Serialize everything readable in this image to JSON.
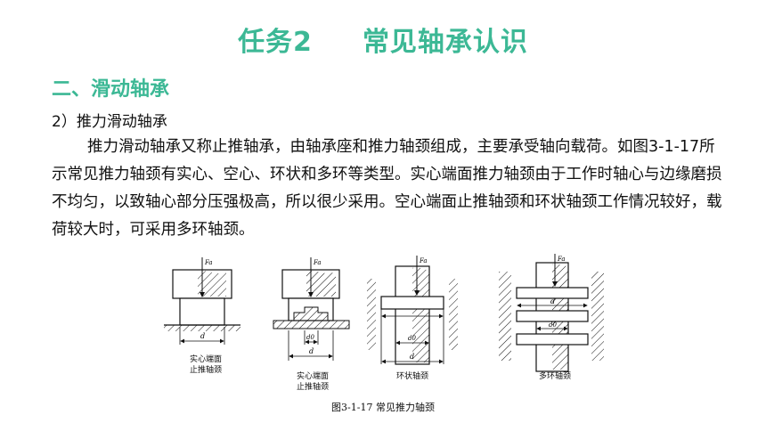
{
  "title": {
    "task": "任务2",
    "name": "常见轴承认识"
  },
  "section": "二、滑动轴承",
  "subhead": "2）推力滑动轴承",
  "paragraph": "推力滑动轴承又称止推轴承，由轴承座和推力轴颈组成，主要承受轴向载荷。如图3-1-17所示常见推力轴颈有实心、空心、环状和多环等类型。实心端面推力轴颈由于工作时轴心与边缘磨损不均匀，以致轴心部分压强极高，所以很少采用。空心端面止推轴颈和环状轴颈工作情况较好，载荷较大时，可采用多环轴颈。",
  "figure": {
    "force_label": "Fa",
    "dim_d": "d",
    "dim_d0": "d0",
    "captions": {
      "solid": [
        "实心端面",
        "止推轴颈"
      ],
      "hollow": [
        "实心端面",
        "止推轴颈"
      ],
      "ring": "环状轴颈",
      "multi": "多环轴颈"
    },
    "caption": "图3-1-17  常见推力轴颈"
  }
}
